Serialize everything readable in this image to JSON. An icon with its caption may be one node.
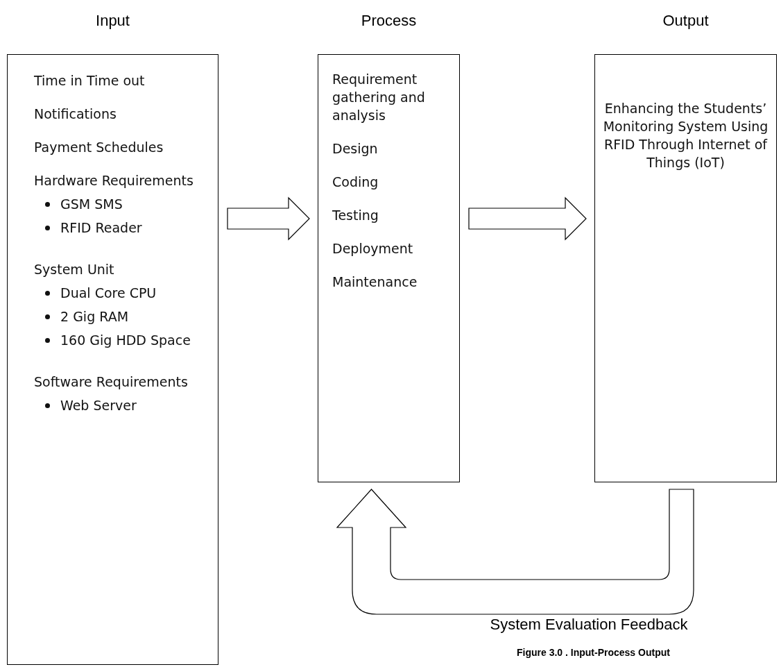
{
  "diagram": {
    "caption": "Figure 3.0 . Input-Process Output",
    "nodes": [
      {
        "text": [
          "Input",
          "Time in Time out",
          "Notifications",
          "Payment Schedules",
          "Hardware Requirements",
          "GSM SMS",
          "RFID Reader",
          "System Unit",
          "Dual Core CPU",
          "2 Gig RAM",
          "160 Gig HDD Space",
          "Software Requirements",
          "Web Server"
        ]
      },
      {
        "text": [
          "Process",
          "Requirement gathering and analysis",
          "Design",
          "Coding",
          "Testing",
          "Deployment",
          "Maintenance"
        ]
      },
      {
        "text": [
          "Output",
          "Enhancing the Students’ Monitoring System Using RFID Through Internet of Things (IoT)"
        ]
      }
    ],
    "edges": [
      {
        "from": 0,
        "to": 1,
        "arrow": "to"
      },
      {
        "from": 1,
        "to": 2,
        "arrow": "to"
      },
      {
        "from": 2,
        "to": 1,
        "arrow": "to",
        "label": "System Evaluation Feedback"
      }
    ]
  }
}
